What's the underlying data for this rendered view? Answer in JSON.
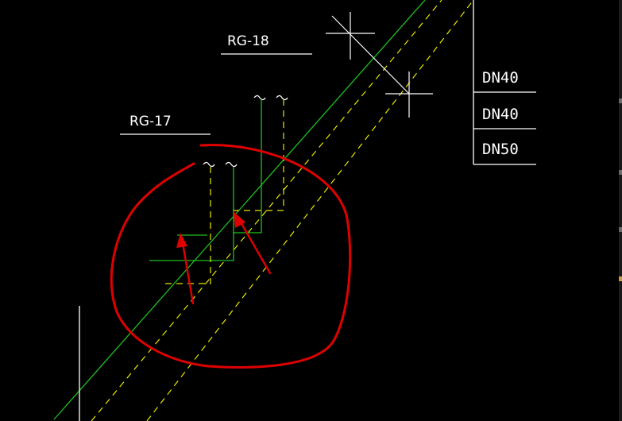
{
  "drawing": {
    "background": "#000000",
    "colors": {
      "pipe_green": "#1fbf1f",
      "pipe_yellow": "#e8e800",
      "annotation_red": "#e00000",
      "text_white": "#ffffff"
    },
    "riser_labels": {
      "rg17": "RG-17",
      "rg18": "RG-18"
    },
    "size_table": {
      "rows": [
        "DN40",
        "DN40",
        "DN50"
      ]
    },
    "markup": {
      "circle_color": "#e00000",
      "arrow_count": 2
    }
  }
}
